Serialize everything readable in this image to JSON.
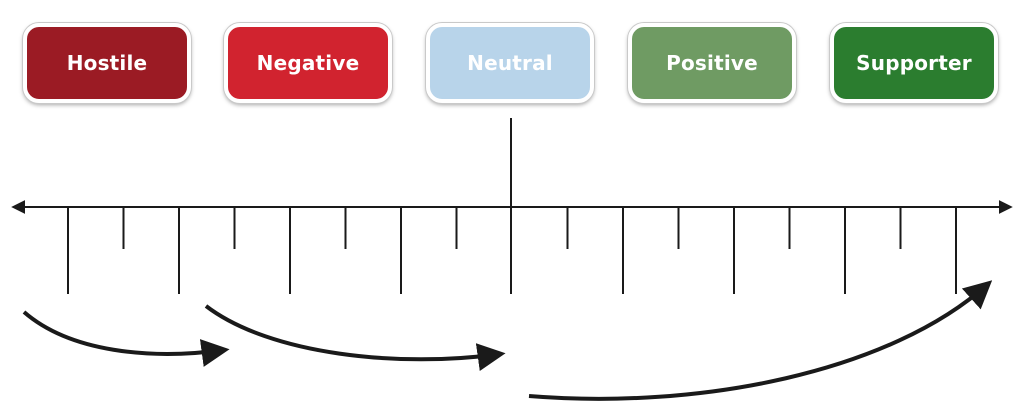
{
  "categories": [
    {
      "label": "Hostile",
      "color": "#9b1b24"
    },
    {
      "label": "Negative",
      "color": "#d1232f"
    },
    {
      "label": "Neutral",
      "color": "#b8d4ea"
    },
    {
      "label": "Positive",
      "color": "#6f9b63"
    },
    {
      "label": "Supporter",
      "color": "#2b7d2f"
    }
  ],
  "scale": {
    "line_color": "#1a1a1a",
    "arrows": "both-ends",
    "center_marker": "Neutral"
  }
}
